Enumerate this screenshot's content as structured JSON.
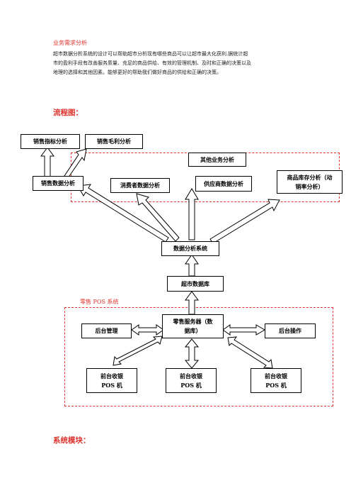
{
  "section_title": "业务需求分析",
  "intro_lines": [
    "超市数据分析系统的设计可以帮助超市分析现有哪些商品可以让超市最大化获利.据统计超",
    "市的盈利手段有改善服务质量、充足的商品供给、有效的管理机制、及时和正确的决策以及",
    "地理的选择和其他因素。能够更好的帮助我们做好商品的供给和正确的决策。"
  ],
  "flow_heading": "流程图：",
  "modules_heading": "系统模块：",
  "diagram": {
    "sales_indicator": "销售指标分析",
    "sales_profit": "销售毛利分析",
    "other_analysis": "其他业务分析",
    "sales_data": "销售数据分析",
    "consumer_data": "消费者数据分析",
    "supplier_data": "供应商数据分析",
    "inventory_line1": "商品库存分析（动",
    "inventory_line2": "销率分析）",
    "analysis_system": "数据分析系统",
    "supermarket_db": "超市数据库",
    "pos_system_label": "零售 POS 系统",
    "retail_server_line1": "零售服务器（数",
    "retail_server_line2": "据库）",
    "backend_mgmt": "后台管理",
    "backend_ops": "后台操作",
    "pos_line1": "前台收银",
    "pos_line2": "POS 机"
  }
}
